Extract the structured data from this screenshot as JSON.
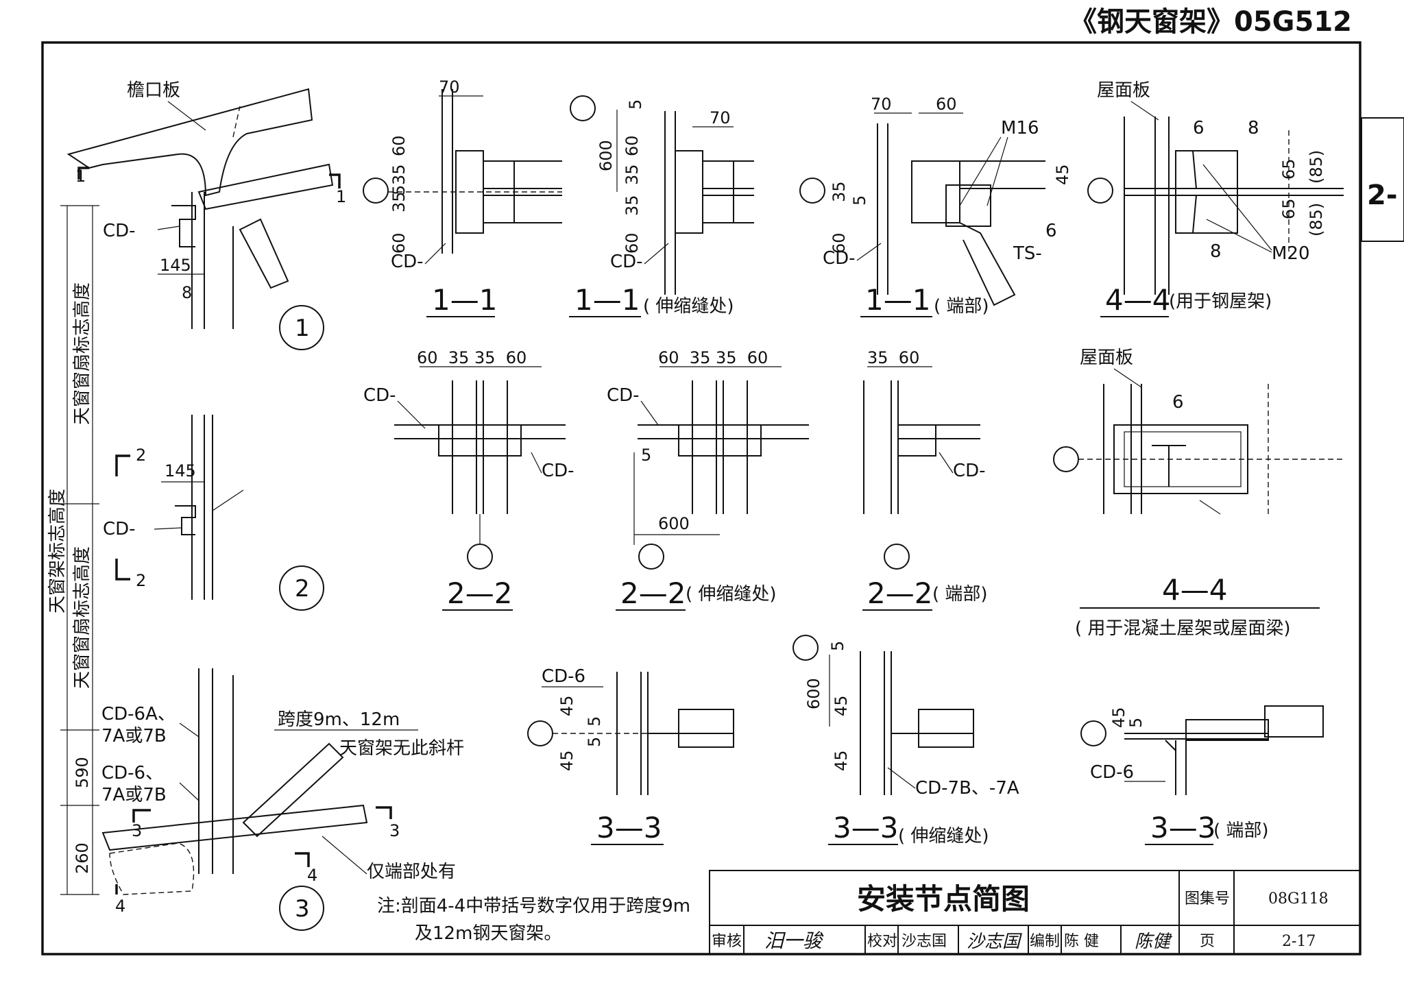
{
  "sheet": {
    "series_title": "《钢天窗架》05G512",
    "edge_tab": "2-"
  },
  "title_block": {
    "drawing_title": "安装节点简图",
    "atlas_no_label": "图集号",
    "atlas_no": "08G118",
    "review_label": "审核",
    "review_sign": "汨一骏",
    "check_label": "校对",
    "check_name": "沙志国",
    "check_sign": "沙志国",
    "draw_label": "编制",
    "draw_name": "陈 健",
    "draw_sign": "陈健",
    "page_label": "页",
    "page_no": "2-17"
  },
  "left_panel": {
    "eave_board": "檐口板",
    "cd": "CD-",
    "dim_145": "145",
    "dim_8": "8",
    "cut_1": "1",
    "cut_2": "2",
    "height_1": "天窗窗扇标志高度",
    "height_2": "天窗架标志高度",
    "height_3": "天窗窗扇标志高度",
    "marker_1": "1",
    "marker_2": "2",
    "marker_3": "3",
    "cd6a": "CD-6A、",
    "cd6a_b": "7A或7B",
    "cd6": "CD-6、",
    "cd6_b": "7A或7B",
    "dim_590": "590",
    "dim_260": "260",
    "span_note": "跨度9m、12m",
    "no_brace": "天窗架无此斜杆",
    "end_only": "仅端部处有",
    "cut_3": "3",
    "cut_4": "4"
  },
  "section_1_1": {
    "label": "1—1",
    "d70": "70",
    "d60a": "60",
    "d35a": "35",
    "d5": "5",
    "d35b": "35",
    "d60b": "60",
    "cd": "CD-"
  },
  "section_1_1_joint": {
    "label": "1—1",
    "caption": "( 伸缩缝处)",
    "d5": "5",
    "d70": "70",
    "d600": "600",
    "d60": "60",
    "d35a": "35",
    "d35b": "35",
    "d60b": "60",
    "cd": "CD-"
  },
  "section_1_1_end": {
    "label": "1—1",
    "caption": "( 端部)",
    "d70": "70",
    "d60": "60",
    "bolt": "M16",
    "d45": "45",
    "d35": "35",
    "d5": "5",
    "d60b": "60",
    "weld6": "6",
    "ts": "TS-",
    "cd": "CD-"
  },
  "section_4_4_steel": {
    "label": "4—4",
    "caption": "(用于钢屋架)",
    "roof_panel": "屋面板",
    "w6": "6",
    "w8": "8",
    "w8b": "8",
    "d65a": "65",
    "d65b": "65",
    "d85a": "(85)",
    "d85b": "(85)",
    "bolt": "M20"
  },
  "section_2_2": {
    "label": "2—2",
    "dims": "60  35 35  60",
    "cd_a": "CD-",
    "cd_b": "CD-"
  },
  "section_2_2_joint": {
    "label": "2—2",
    "caption": "( 伸缩缝处)",
    "dims": "60  35 35  60",
    "cd": "CD-",
    "d5": "5",
    "d600": "600"
  },
  "section_2_2_end": {
    "label": "2—2",
    "caption": "( 端部)",
    "dims": "35  60",
    "cd": "CD-"
  },
  "section_4_4_concrete": {
    "label": "4—4",
    "caption": "( 用于混凝土屋架或屋面梁)",
    "roof_panel": "屋面板",
    "w6": "6"
  },
  "section_3_3": {
    "label": "3—3",
    "cd": "CD-6",
    "d45a": "45",
    "d5a": "5",
    "d5b": "5",
    "d45b": "45"
  },
  "section_3_3_joint": {
    "label": "3—3",
    "caption": "( 伸缩缝处)",
    "d5": "5",
    "d600": "600",
    "d45a": "45",
    "d45b": "45",
    "cd": "CD-7B、-7A"
  },
  "section_3_3_end": {
    "label": "3—3",
    "caption": "( 端部)",
    "d45": "45",
    "d5": "5",
    "cd": "CD-6"
  },
  "notes": {
    "line1": "注:剖面4-4中带括号数字仅用于跨度9m",
    "line2": "及12m钢天窗架。"
  }
}
